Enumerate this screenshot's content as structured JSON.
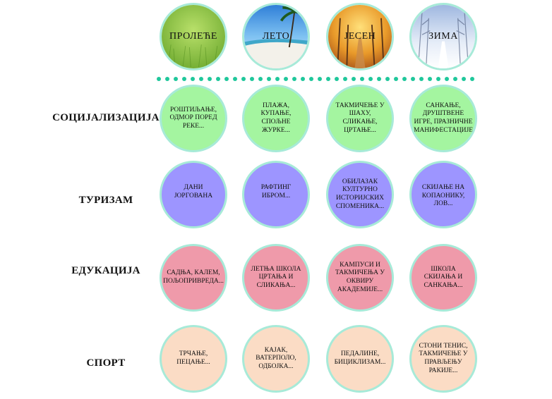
{
  "seasons": [
    {
      "key": "spring",
      "label": "ПРОЛЕЋЕ"
    },
    {
      "key": "summer",
      "label": "ЛЕТО"
    },
    {
      "key": "autumn",
      "label": "ЈЕСЕН"
    },
    {
      "key": "winter",
      "label": "ЗИМА"
    }
  ],
  "rows": [
    {
      "label": "СОЦИЈАЛИЗАЦИЈА",
      "cells": [
        "РОШТИЉАЊЕ, ОДМОР ПОРЕД РЕКЕ...",
        "ПЛАЖА, КУПАЊЕ, СПОЉНЕ ЖУРКЕ...",
        "ТАКМИЧЕЊЕ У ШАХУ, СЛИКАЊЕ, ЦРТАЊЕ...",
        "САНКАЊЕ, ДРУШТВЕНЕ ИГРЕ, ПРАЗНИЧНЕ МАНИФЕСТАЦИЈЕ"
      ]
    },
    {
      "label": "ТУРИЗАМ",
      "cells": [
        "ДАНИ ЈОРГОВАНА",
        "РАФТИНГ ИБРОМ...",
        "ОБИЛАЗАК КУЛТУРНО ИСТОРИЈСКИХ СПОМЕНИКА...",
        "СКИЈАЊЕ НА КОПАОНИКУ, ЛОВ..."
      ]
    },
    {
      "label": "ЕДУКАЦИЈА",
      "cells": [
        "САДЊА, КАЛЕМ, ПОЉОПРИВРЕДА...",
        "ЛЕТЊА ШКОЛА ЦРТАЊА И СЛИКАЊА...",
        "КАМПУСИ И ТАКМИЧЕЊА У ОКВИРУ АКАДЕМИЈЕ...",
        "ШКОЛА СКИЈАЊА И САНКАЊА..."
      ]
    },
    {
      "label": "СПОРТ",
      "cells": [
        "ТРЧАЊЕ, ПЕЦАЊЕ...",
        "КАЈАК, ВАТЕРПОЛО, ОДБОЈКА...",
        "ПЕДАЛИНЕ, БИЦИКЛИЗАМ...",
        "СТОНИ ТЕНИС, ТАКМИЧЕЊЕ У ПРАВЉЕЊУ РАКИЈЕ..."
      ]
    }
  ],
  "colors": {
    "social": "#a4f5a0",
    "tourism": "#9d95ff",
    "education": "#ef9aaa",
    "sport": "#fbdcc5",
    "border": "#a7ead8",
    "divider": "#1fc79b"
  }
}
